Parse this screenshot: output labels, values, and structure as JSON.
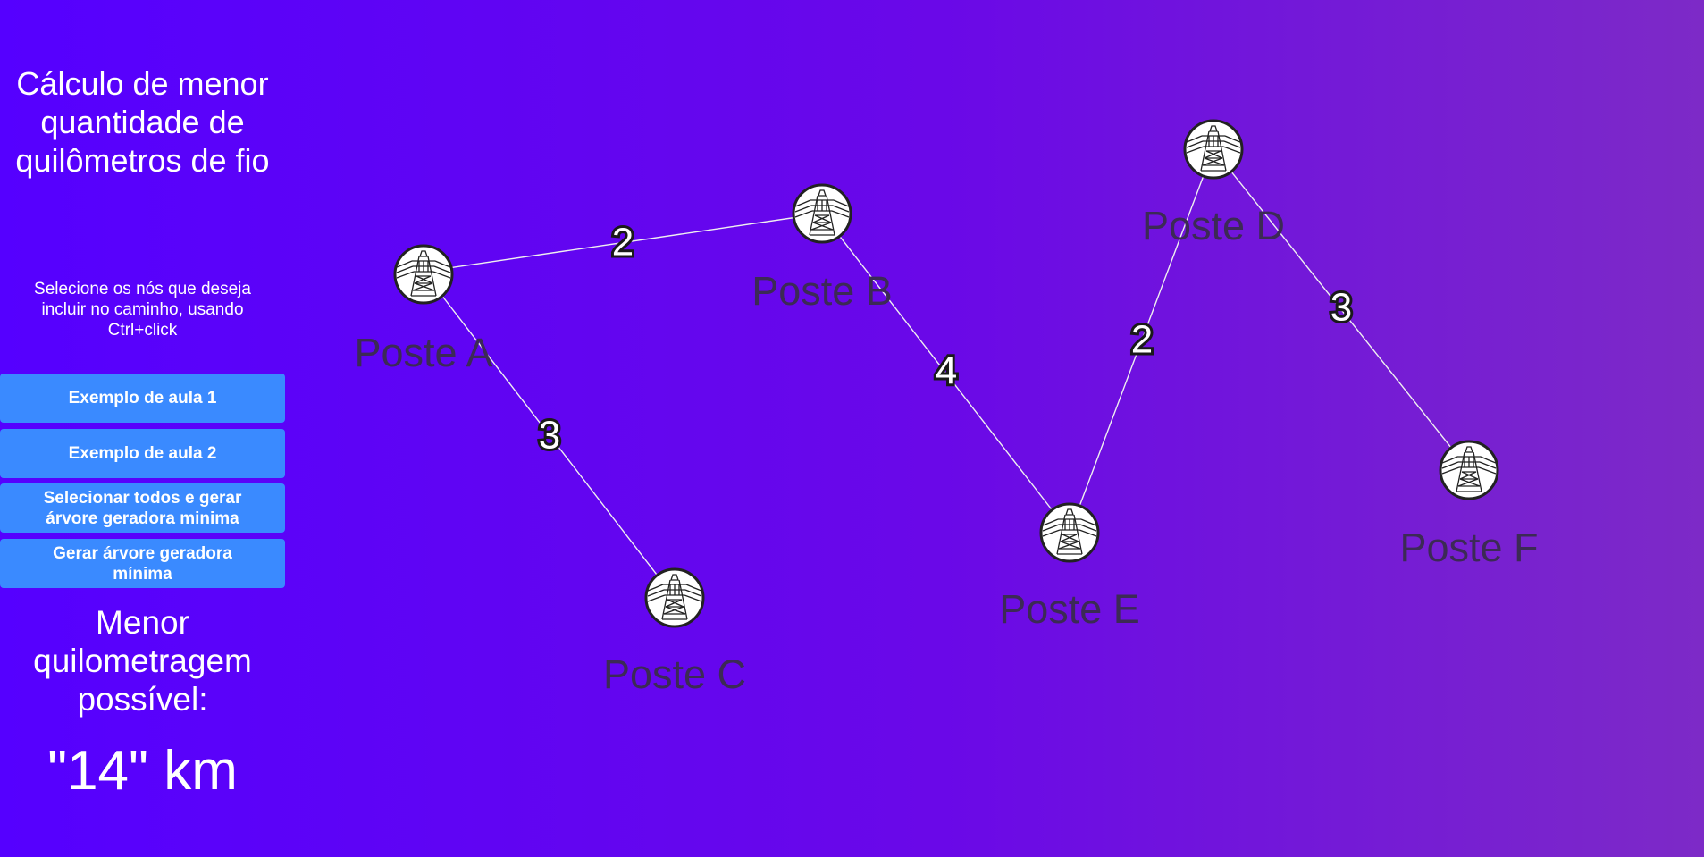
{
  "sidebar": {
    "title": "Cálculo de menor quantidade de quilômetros de fio",
    "instructions": "Selecione os nós que deseja incluir no caminho, usando Ctrl+click",
    "buttons": [
      {
        "label": "Exemplo de aula 1"
      },
      {
        "label": "Exemplo de aula 2"
      },
      {
        "label": "Selecionar todos e gerar árvore geradora minima"
      },
      {
        "label": "Gerar árvore geradora mínima"
      }
    ],
    "result_label": "Menor quilometragem possível:",
    "result_value": "\"14\" km"
  },
  "graph": {
    "node_icon": "power-tower-icon",
    "nodes": [
      {
        "id": "A",
        "label": "Poste A"
      },
      {
        "id": "B",
        "label": "Poste B"
      },
      {
        "id": "C",
        "label": "Poste C"
      },
      {
        "id": "D",
        "label": "Poste D"
      },
      {
        "id": "E",
        "label": "Poste E"
      },
      {
        "id": "F",
        "label": "Poste F"
      }
    ],
    "edges": [
      {
        "from": "A",
        "to": "B",
        "weight": "2"
      },
      {
        "from": "A",
        "to": "C",
        "weight": "3"
      },
      {
        "from": "B",
        "to": "E",
        "weight": "4"
      },
      {
        "from": "E",
        "to": "D",
        "weight": "2"
      },
      {
        "from": "D",
        "to": "F",
        "weight": "3"
      }
    ]
  }
}
